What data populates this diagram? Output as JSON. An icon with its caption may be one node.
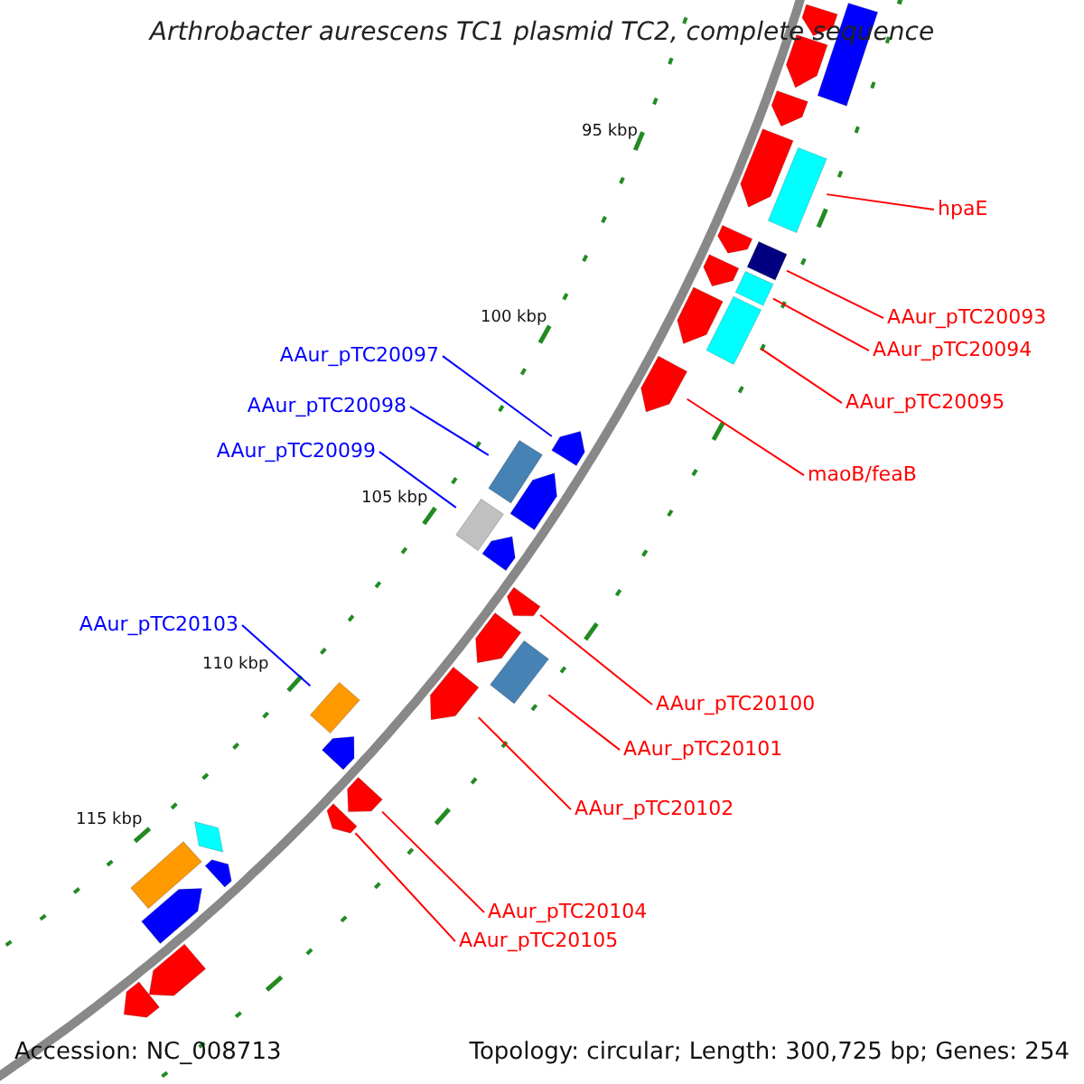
{
  "diagram": {
    "title": "Arthrobacter aurescens TC1 plasmid TC2, complete sequence",
    "nodes": [
      {
        "text": [
          "hpaE"
        ]
      },
      {
        "text": [
          "AAur_pTC20093"
        ]
      },
      {
        "text": [
          "AAur_pTC20094"
        ]
      },
      {
        "text": [
          "AAur_pTC20097"
        ]
      },
      {
        "text": [
          "AAur_pTC20095"
        ]
      },
      {
        "text": [
          "AAur_pTC20098"
        ]
      },
      {
        "text": [
          "AAur_pTC20099"
        ]
      },
      {
        "text": [
          "maoB/feaB"
        ]
      },
      {
        "text": [
          "AAur_pTC20103"
        ]
      },
      {
        "text": [
          "AAur_pTC20100"
        ]
      },
      {
        "text": [
          "AAur_pTC20101"
        ]
      },
      {
        "text": [
          "AAur_pTC20102"
        ]
      },
      {
        "text": [
          "AAur_pTC20104"
        ]
      },
      {
        "text": [
          "AAur_pTC20105"
        ]
      },
      {
        "text": [],
        "shape": "arrow"
      },
      {
        "text": [],
        "shape": "box"
      },
      {
        "text": [],
        "shape": "arrow"
      },
      {
        "text": [],
        "shape": "arrow"
      },
      {
        "text": [],
        "shape": "arrow"
      },
      {
        "text": [],
        "shape": "box"
      },
      {
        "text": [],
        "shape": "arrow"
      },
      {
        "text": [],
        "shape": "box"
      },
      {
        "text": [],
        "shape": "arrow"
      },
      {
        "text": [],
        "shape": "box"
      },
      {
        "text": [],
        "shape": "box"
      },
      {
        "text": [],
        "shape": "arrow"
      },
      {
        "text": [],
        "shape": "arrow"
      },
      {
        "text": [],
        "shape": "arrow"
      },
      {
        "text": [],
        "shape": "box"
      },
      {
        "text": [],
        "shape": "arrow"
      },
      {
        "text": [],
        "shape": "box"
      },
      {
        "text": [],
        "shape": "arrow"
      },
      {
        "text": [],
        "shape": "arrow"
      },
      {
        "text": [],
        "shape": "arrow"
      },
      {
        "text": [],
        "shape": "box"
      },
      {
        "text": [],
        "shape": "arrow"
      },
      {
        "text": [],
        "shape": "box"
      },
      {
        "text": [],
        "shape": "arrow"
      },
      {
        "text": [],
        "shape": "arrow"
      },
      {
        "text": [],
        "shape": "arrow"
      },
      {
        "text": [],
        "shape": "diamond"
      },
      {
        "text": [],
        "shape": "arrow"
      },
      {
        "text": [],
        "shape": "box"
      },
      {
        "text": [],
        "shape": "arrow"
      },
      {
        "text": [],
        "shape": "arrow"
      },
      {
        "text": [],
        "shape": "arrow"
      }
    ],
    "edges": [
      {
        "from": 0,
        "to": 19,
        "arrow": "none"
      },
      {
        "from": 1,
        "to": 21,
        "arrow": "none"
      },
      {
        "from": 2,
        "to": 23,
        "arrow": "none"
      },
      {
        "from": 3,
        "to": 27,
        "arrow": "none",
        "color": "#0000ff"
      },
      {
        "from": 4,
        "to": 24,
        "arrow": "none"
      },
      {
        "from": 5,
        "to": 28,
        "arrow": "none",
        "color": "#0000ff"
      },
      {
        "from": 6,
        "to": 30,
        "arrow": "none",
        "color": "#0000ff"
      },
      {
        "from": 7,
        "to": 26,
        "arrow": "none"
      },
      {
        "from": 8,
        "to": 36,
        "arrow": "none",
        "color": "#0000ff"
      },
      {
        "from": 9,
        "to": 32,
        "arrow": "none"
      },
      {
        "from": 10,
        "to": 34,
        "arrow": "none"
      },
      {
        "from": 11,
        "to": 35,
        "arrow": "none"
      },
      {
        "from": 12,
        "to": 38,
        "arrow": "none"
      },
      {
        "from": 13,
        "to": 39,
        "arrow": "none"
      }
    ],
    "labels": [
      "95 kbp",
      "100 kbp",
      "105 kbp",
      "110 kbp",
      "115 kbp",
      "Accession: NC_008713",
      "Topology: circular; Length: 300,725 bp; Genes: 254"
    ]
  }
}
